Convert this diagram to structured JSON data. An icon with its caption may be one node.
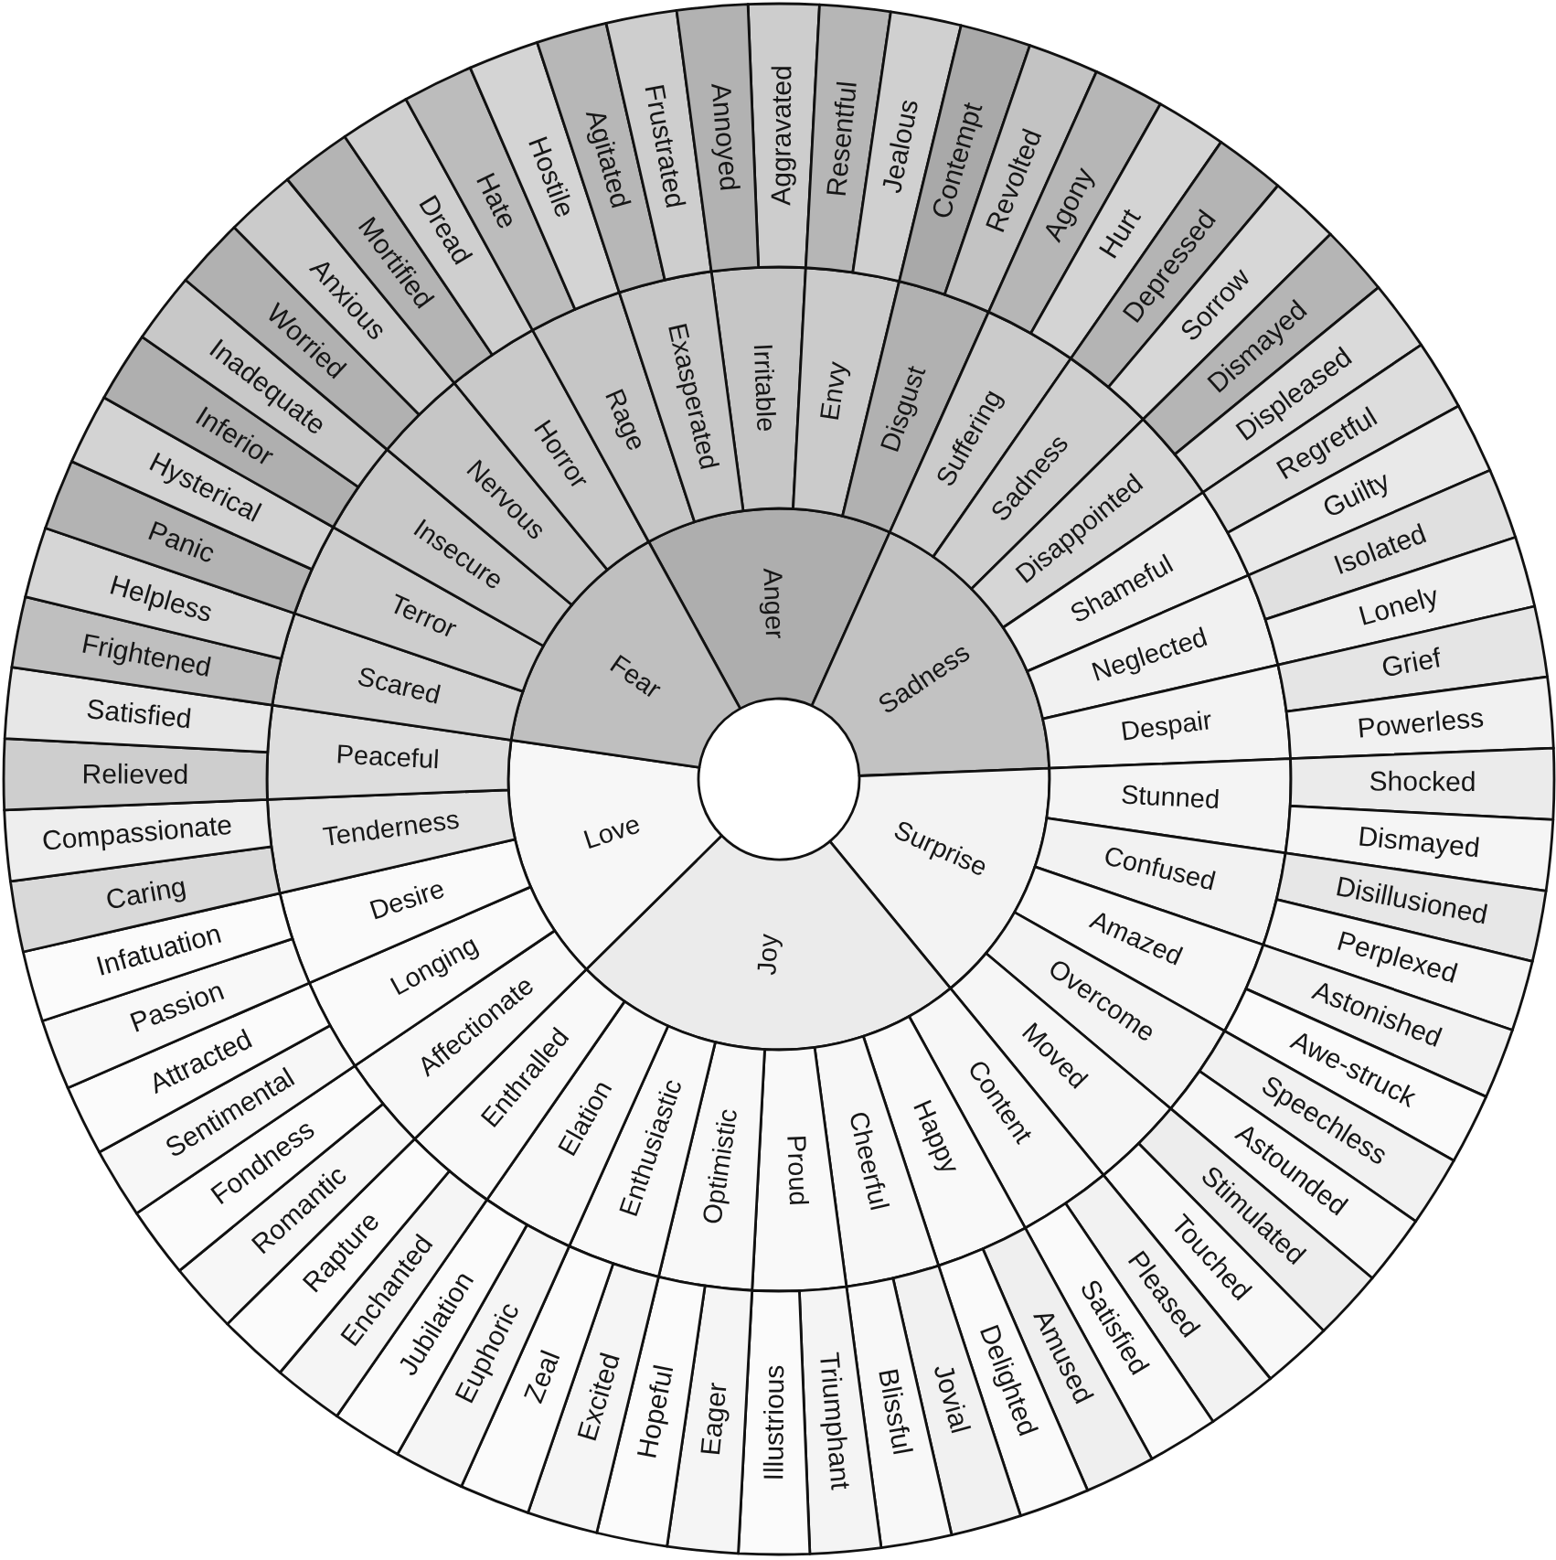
{
  "diagram": {
    "nodes": [
      {
        "text": [
          "Anger"
        ]
      },
      {
        "text": [
          "Sadness"
        ]
      },
      {
        "text": [
          "Surprise"
        ]
      },
      {
        "text": [
          "Joy"
        ]
      },
      {
        "text": [
          "Love"
        ]
      },
      {
        "text": [
          "Fear"
        ]
      },
      {
        "text": [
          "Irritable"
        ]
      },
      {
        "text": [
          "Envy"
        ]
      },
      {
        "text": [
          "Disgust"
        ]
      },
      {
        "text": [
          "Suffering"
        ]
      },
      {
        "text": [
          "Sadness"
        ]
      },
      {
        "text": [
          "Disappointed"
        ]
      },
      {
        "text": [
          "Shameful"
        ]
      },
      {
        "text": [
          "Neglected"
        ]
      },
      {
        "text": [
          "Despair"
        ]
      },
      {
        "text": [
          "Stunned"
        ]
      },
      {
        "text": [
          "Confused"
        ]
      },
      {
        "text": [
          "Amazed"
        ]
      },
      {
        "text": [
          "Overcome"
        ]
      },
      {
        "text": [
          "Moved"
        ]
      },
      {
        "text": [
          "Content"
        ]
      },
      {
        "text": [
          "Happy"
        ]
      },
      {
        "text": [
          "Cheerful"
        ]
      },
      {
        "text": [
          "Proud"
        ]
      },
      {
        "text": [
          "Optimistic"
        ]
      },
      {
        "text": [
          "Enthusiastic"
        ]
      },
      {
        "text": [
          "Elation"
        ]
      },
      {
        "text": [
          "Enthralled"
        ]
      },
      {
        "text": [
          "Affectionate"
        ]
      },
      {
        "text": [
          "Longing"
        ]
      },
      {
        "text": [
          "Desire"
        ]
      },
      {
        "text": [
          "Tenderness"
        ]
      },
      {
        "text": [
          "Peaceful"
        ]
      },
      {
        "text": [
          "Scared"
        ]
      },
      {
        "text": [
          "Terror"
        ]
      },
      {
        "text": [
          "Insecure"
        ]
      },
      {
        "text": [
          "Nervous"
        ]
      },
      {
        "text": [
          "Horror"
        ]
      },
      {
        "text": [
          "Rage"
        ]
      },
      {
        "text": [
          "Exasperated"
        ]
      },
      {
        "text": [
          "Aggravated"
        ]
      },
      {
        "text": [
          "Resentful"
        ]
      },
      {
        "text": [
          "Jealous"
        ]
      },
      {
        "text": [
          "Contempt"
        ]
      },
      {
        "text": [
          "Revolted"
        ]
      },
      {
        "text": [
          "Agony"
        ]
      },
      {
        "text": [
          "Hurt"
        ]
      },
      {
        "text": [
          "Depressed"
        ]
      },
      {
        "text": [
          "Sorrow"
        ]
      },
      {
        "text": [
          "Dismayed"
        ]
      },
      {
        "text": [
          "Displeased"
        ]
      },
      {
        "text": [
          "Regretful"
        ]
      },
      {
        "text": [
          "Guilty"
        ]
      },
      {
        "text": [
          "Isolated"
        ]
      },
      {
        "text": [
          "Lonely"
        ]
      },
      {
        "text": [
          "Grief"
        ]
      },
      {
        "text": [
          "Powerless"
        ]
      },
      {
        "text": [
          "Shocked"
        ]
      },
      {
        "text": [
          "Dismayed"
        ]
      },
      {
        "text": [
          "Disillusioned"
        ]
      },
      {
        "text": [
          "Perplexed"
        ]
      },
      {
        "text": [
          "Astonished"
        ]
      },
      {
        "text": [
          "Awe-struck"
        ]
      },
      {
        "text": [
          "Speechless"
        ]
      },
      {
        "text": [
          "Astounded"
        ]
      },
      {
        "text": [
          "Stimulated"
        ]
      },
      {
        "text": [
          "Touched"
        ]
      },
      {
        "text": [
          "Pleased"
        ]
      },
      {
        "text": [
          "Satisfied"
        ]
      },
      {
        "text": [
          "Amused"
        ]
      },
      {
        "text": [
          "Delighted"
        ]
      },
      {
        "text": [
          "Jovial"
        ]
      },
      {
        "text": [
          "Blissful"
        ]
      },
      {
        "text": [
          "Triumphant"
        ]
      },
      {
        "text": [
          "Illustrious"
        ]
      },
      {
        "text": [
          "Eager"
        ]
      },
      {
        "text": [
          "Hopeful"
        ]
      },
      {
        "text": [
          "Excited"
        ]
      },
      {
        "text": [
          "Zeal"
        ]
      },
      {
        "text": [
          "Euphoric"
        ]
      },
      {
        "text": [
          "Jubilation"
        ]
      },
      {
        "text": [
          "Enchanted"
        ]
      },
      {
        "text": [
          "Rapture"
        ]
      },
      {
        "text": [
          "Romantic"
        ]
      },
      {
        "text": [
          "Fondness"
        ]
      },
      {
        "text": [
          "Sentimental"
        ]
      },
      {
        "text": [
          "Attracted"
        ]
      },
      {
        "text": [
          "Passion"
        ]
      },
      {
        "text": [
          "Infatuation"
        ]
      },
      {
        "text": [
          "Caring"
        ]
      },
      {
        "text": [
          "Compassionate"
        ]
      },
      {
        "text": [
          "Relieved"
        ]
      },
      {
        "text": [
          "Satisfied"
        ]
      },
      {
        "text": [
          "Frightened"
        ]
      },
      {
        "text": [
          "Helpless"
        ]
      },
      {
        "text": [
          "Panic"
        ]
      },
      {
        "text": [
          "Hysterical"
        ]
      },
      {
        "text": [
          "Inferior"
        ]
      },
      {
        "text": [
          "Inadequate"
        ]
      },
      {
        "text": [
          "Worried"
        ]
      },
      {
        "text": [
          "Anxious"
        ]
      },
      {
        "text": [
          "Mortified"
        ]
      },
      {
        "text": [
          "Dread"
        ]
      },
      {
        "text": [
          "Hate"
        ]
      },
      {
        "text": [
          "Hostile"
        ]
      },
      {
        "text": [
          "Agitated"
        ]
      },
      {
        "text": [
          "Frustrated"
        ]
      },
      {
        "text": [
          "Annoyed"
        ]
      }
    ]
  }
}
